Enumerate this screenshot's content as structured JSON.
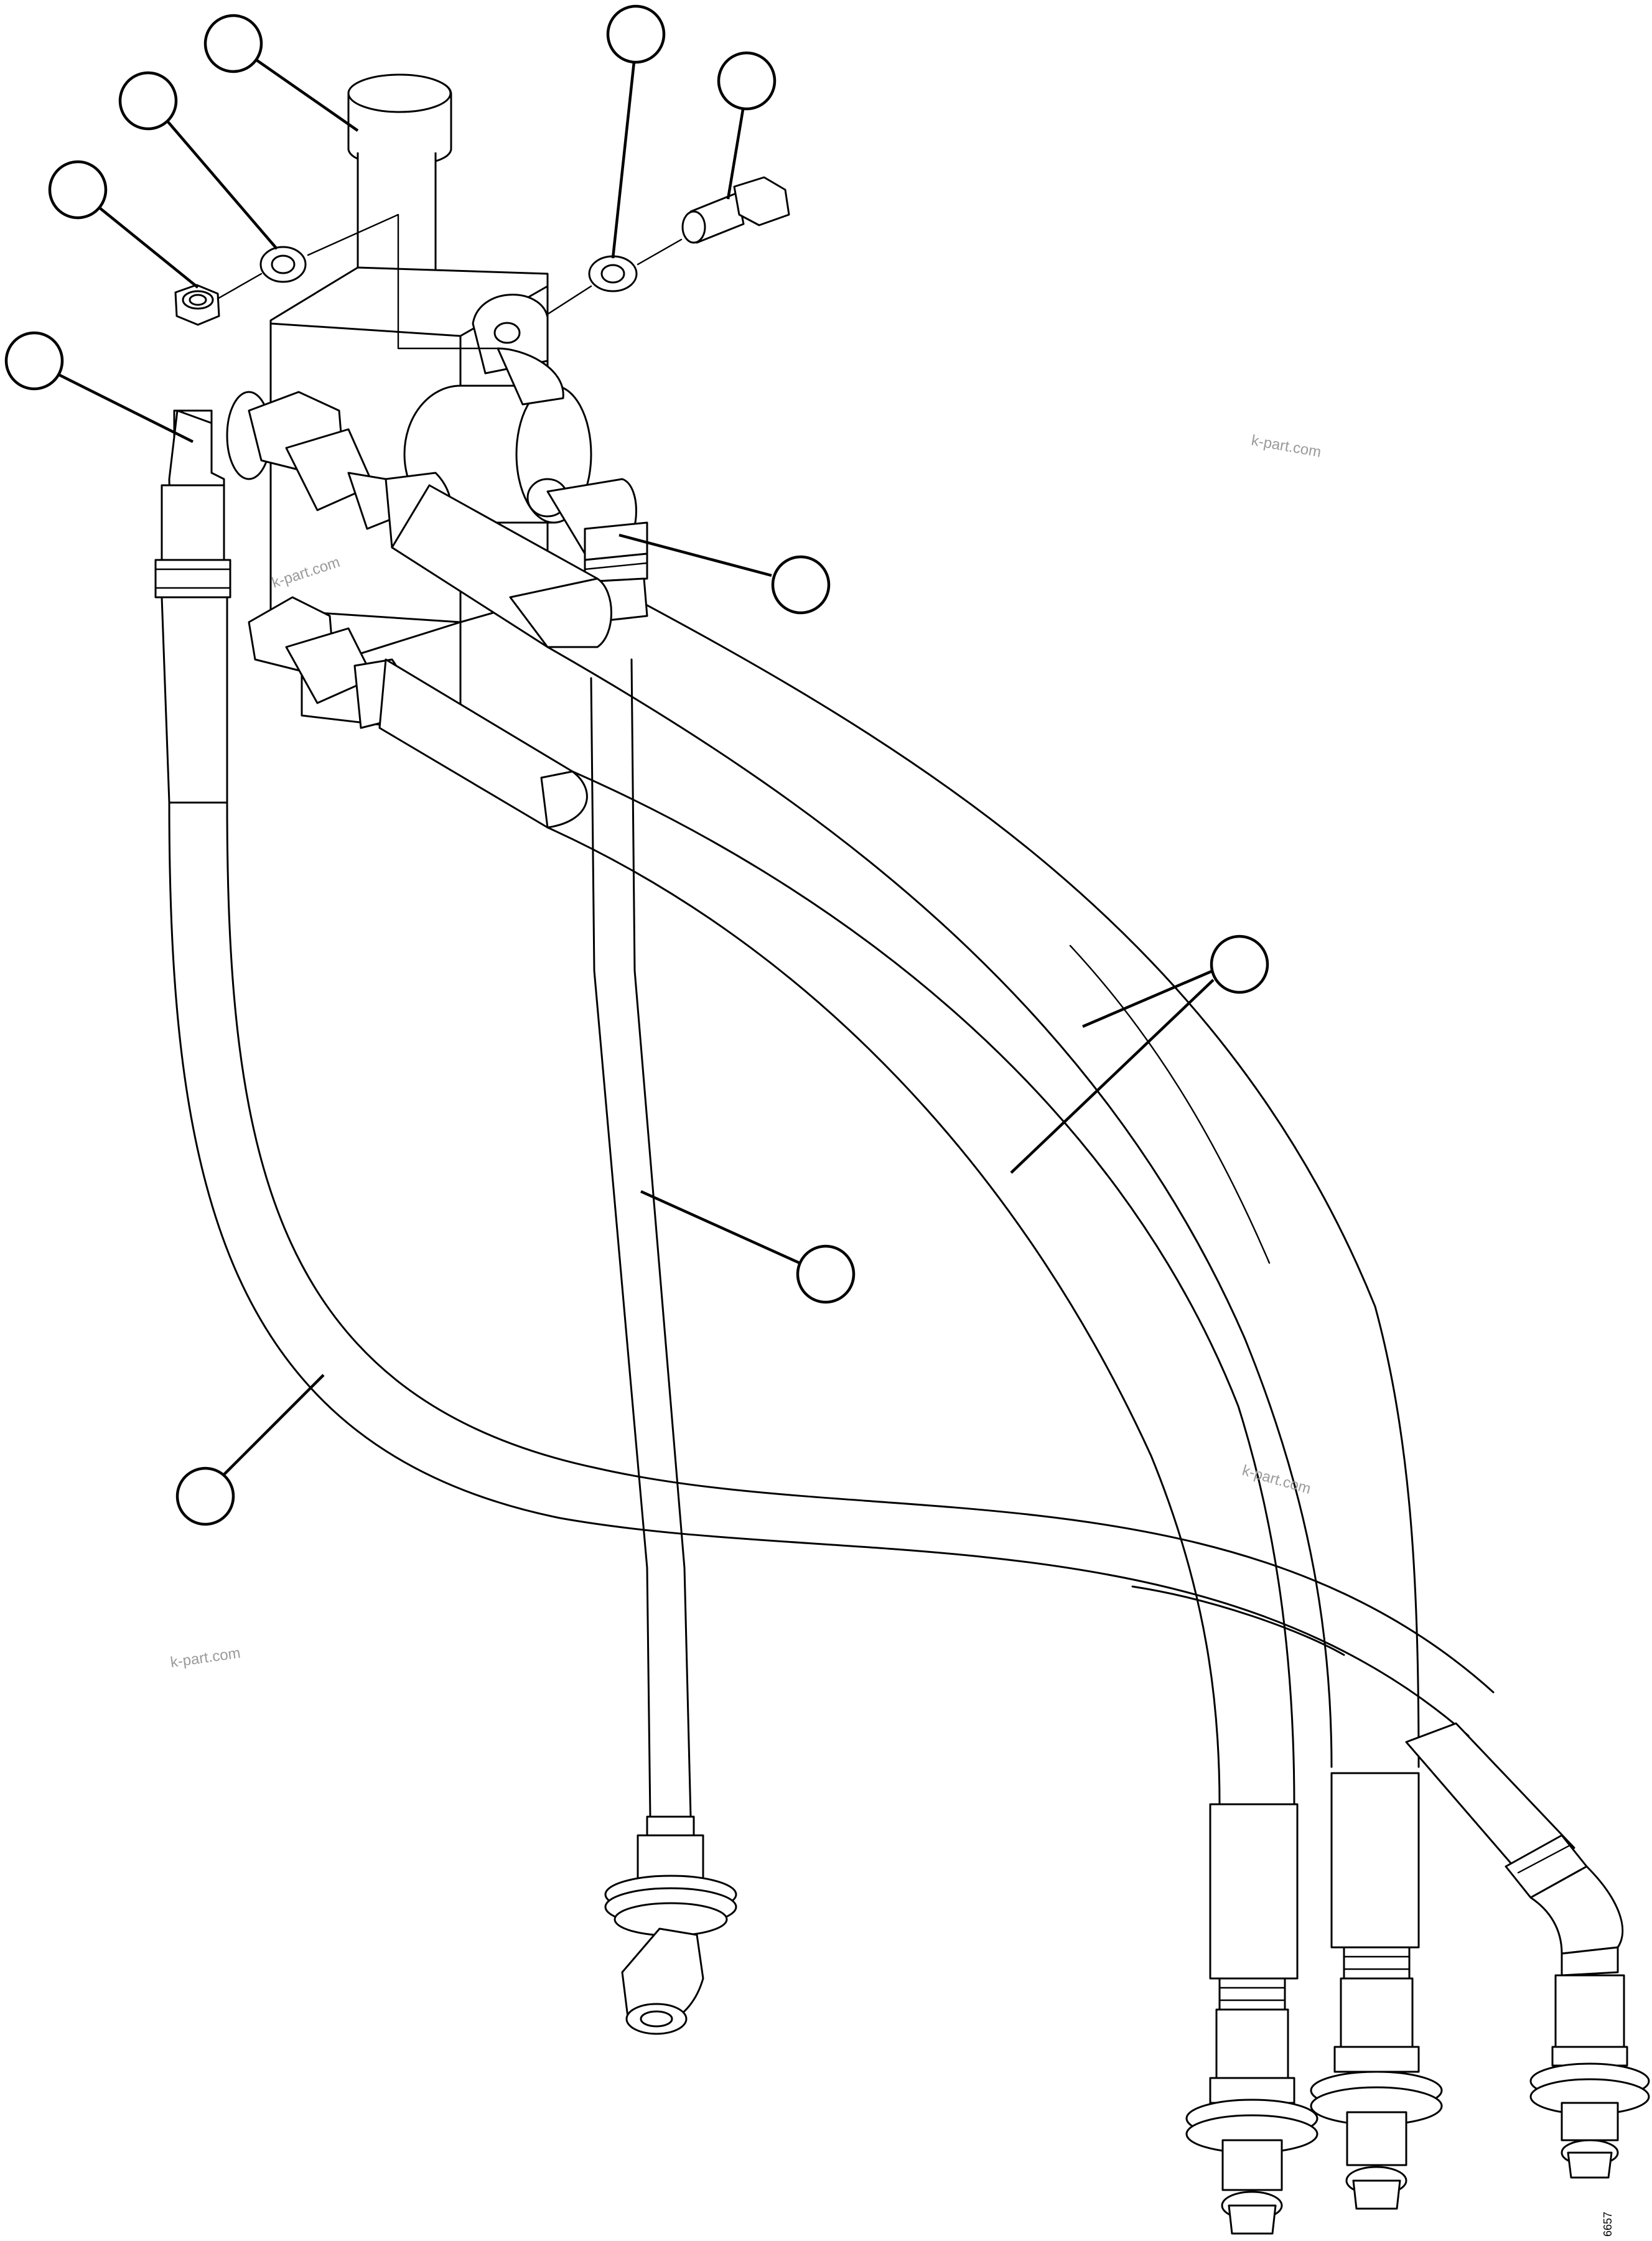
{
  "diagram": {
    "watermarks": [
      "k-part.com",
      "k-part.com",
      "k-part.com",
      "k-part.com"
    ],
    "figure_code": "6657",
    "callouts": [
      {
        "id": "callout-1",
        "label": ""
      },
      {
        "id": "callout-2",
        "label": ""
      },
      {
        "id": "callout-3",
        "label": ""
      },
      {
        "id": "callout-4",
        "label": ""
      },
      {
        "id": "callout-5",
        "label": ""
      },
      {
        "id": "callout-6",
        "label": ""
      },
      {
        "id": "callout-7",
        "label": ""
      },
      {
        "id": "callout-8",
        "label": ""
      },
      {
        "id": "callout-9",
        "label": ""
      },
      {
        "id": "callout-10",
        "label": ""
      },
      {
        "id": "callout-11",
        "label": ""
      }
    ]
  }
}
